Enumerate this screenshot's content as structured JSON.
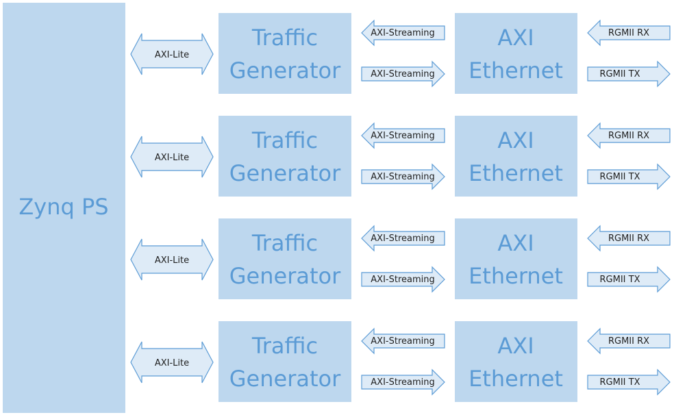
{
  "ps_block": {
    "label": "Zynq PS"
  },
  "rows": [
    {
      "bus_label": "AXI-Lite",
      "generator": {
        "line1": "Traffic",
        "line2": "Generator"
      },
      "stream_in_label": "AXI-Streaming",
      "stream_out_label": "AXI-Streaming",
      "ethernet": {
        "line1": "AXI",
        "line2": "Ethernet"
      },
      "rx_label": "RGMII RX",
      "tx_label": "RGMII TX"
    },
    {
      "bus_label": "AXI-Lite",
      "generator": {
        "line1": "Traffic",
        "line2": "Generator"
      },
      "stream_in_label": "AXI-Streaming",
      "stream_out_label": "AXI-Streaming",
      "ethernet": {
        "line1": "AXI",
        "line2": "Ethernet"
      },
      "rx_label": "RGMII RX",
      "tx_label": "RGMII TX"
    },
    {
      "bus_label": "AXI-Lite",
      "generator": {
        "line1": "Traffic",
        "line2": "Generator"
      },
      "stream_in_label": "AXI-Streaming",
      "stream_out_label": "AXI-Streaming",
      "ethernet": {
        "line1": "AXI",
        "line2": "Ethernet"
      },
      "rx_label": "RGMII RX",
      "tx_label": "RGMII TX"
    },
    {
      "bus_label": "AXI-Lite",
      "generator": {
        "line1": "Traffic",
        "line2": "Generator"
      },
      "stream_in_label": "AXI-Streaming",
      "stream_out_label": "AXI-Streaming",
      "ethernet": {
        "line1": "AXI",
        "line2": "Ethernet"
      },
      "rx_label": "RGMII RX",
      "tx_label": "RGMII TX"
    }
  ],
  "colors": {
    "block_fill": "#bdd7ee",
    "block_text": "#5b9bd5",
    "arrow_fill": "#deebf7",
    "arrow_stroke": "#5b9bd5",
    "arrow_text": "#1f1f1f"
  }
}
